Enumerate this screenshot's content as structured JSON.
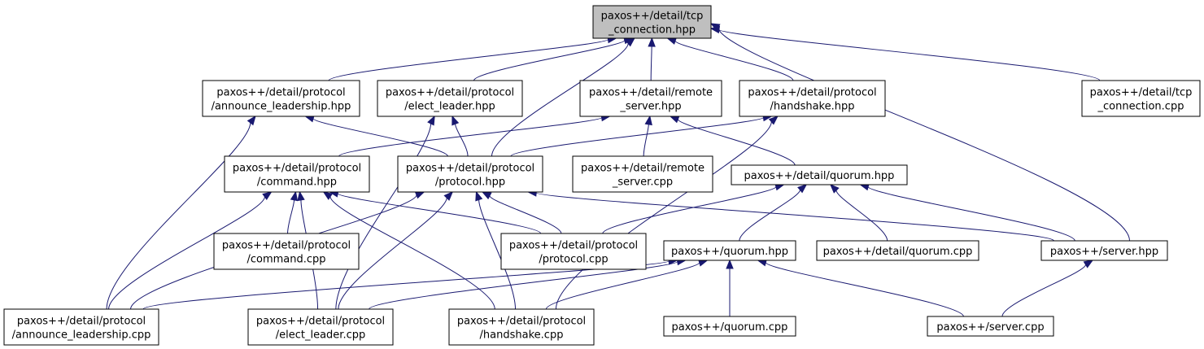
{
  "nodes": {
    "tcp_hpp": {
      "lines": [
        "paxos++/detail/tcp",
        "_connection.hpp"
      ],
      "root": true
    },
    "ann_hpp": {
      "lines": [
        "paxos++/detail/protocol",
        "/announce_leadership.hpp"
      ]
    },
    "elect_hpp": {
      "lines": [
        "paxos++/detail/protocol",
        "/elect_leader.hpp"
      ]
    },
    "remote_hpp": {
      "lines": [
        "paxos++/detail/remote",
        "_server.hpp"
      ]
    },
    "hand_hpp": {
      "lines": [
        "paxos++/detail/protocol",
        "/handshake.hpp"
      ]
    },
    "tcp_cpp": {
      "lines": [
        "paxos++/detail/tcp",
        "_connection.cpp"
      ]
    },
    "cmd_hpp": {
      "lines": [
        "paxos++/detail/protocol",
        "/command.hpp"
      ]
    },
    "proto_hpp": {
      "lines": [
        "paxos++/detail/protocol",
        "/protocol.hpp"
      ]
    },
    "remote_cpp": {
      "lines": [
        "paxos++/detail/remote",
        "_server.cpp"
      ]
    },
    "dq_hpp": {
      "lines": [
        "paxos++/detail/quorum.hpp"
      ]
    },
    "cmd_cpp": {
      "lines": [
        "paxos++/detail/protocol",
        "/command.cpp"
      ]
    },
    "proto_cpp": {
      "lines": [
        "paxos++/detail/protocol",
        "/protocol.cpp"
      ]
    },
    "q_hpp": {
      "lines": [
        "paxos++/quorum.hpp"
      ]
    },
    "dq_cpp": {
      "lines": [
        "paxos++/detail/quorum.cpp"
      ]
    },
    "srv_hpp": {
      "lines": [
        "paxos++/server.hpp"
      ]
    },
    "ann_cpp": {
      "lines": [
        "paxos++/detail/protocol",
        "/announce_leadership.cpp"
      ]
    },
    "elect_cpp": {
      "lines": [
        "paxos++/detail/protocol",
        "/elect_leader.cpp"
      ]
    },
    "hand_cpp": {
      "lines": [
        "paxos++/detail/protocol",
        "/handshake.cpp"
      ]
    },
    "q_cpp": {
      "lines": [
        "paxos++/quorum.cpp"
      ]
    },
    "srv_cpp": {
      "lines": [
        "paxos++/server.cpp"
      ]
    }
  },
  "edges": [
    [
      "ann_hpp",
      "tcp_hpp"
    ],
    [
      "elect_hpp",
      "tcp_hpp"
    ],
    [
      "remote_hpp",
      "tcp_hpp"
    ],
    [
      "hand_hpp",
      "tcp_hpp"
    ],
    [
      "tcp_cpp",
      "tcp_hpp"
    ],
    [
      "proto_hpp",
      "tcp_hpp"
    ],
    [
      "srv_hpp",
      "tcp_hpp"
    ],
    [
      "ann_cpp",
      "ann_hpp"
    ],
    [
      "proto_hpp",
      "ann_hpp"
    ],
    [
      "elect_cpp",
      "elect_hpp"
    ],
    [
      "proto_hpp",
      "elect_hpp"
    ],
    [
      "cmd_hpp",
      "remote_hpp"
    ],
    [
      "remote_cpp",
      "remote_hpp"
    ],
    [
      "dq_hpp",
      "remote_hpp"
    ],
    [
      "proto_hpp",
      "hand_hpp"
    ],
    [
      "hand_cpp",
      "hand_hpp"
    ],
    [
      "ann_cpp",
      "cmd_hpp"
    ],
    [
      "elect_cpp",
      "cmd_hpp"
    ],
    [
      "cmd_cpp",
      "cmd_hpp"
    ],
    [
      "proto_cpp",
      "cmd_hpp"
    ],
    [
      "hand_cpp",
      "cmd_hpp"
    ],
    [
      "ann_cpp",
      "proto_hpp"
    ],
    [
      "elect_cpp",
      "proto_hpp"
    ],
    [
      "proto_cpp",
      "proto_hpp"
    ],
    [
      "hand_cpp",
      "proto_hpp"
    ],
    [
      "srv_hpp",
      "proto_hpp"
    ],
    [
      "proto_cpp",
      "dq_hpp"
    ],
    [
      "q_hpp",
      "dq_hpp"
    ],
    [
      "dq_cpp",
      "dq_hpp"
    ],
    [
      "srv_hpp",
      "dq_hpp"
    ],
    [
      "ann_cpp",
      "q_hpp"
    ],
    [
      "elect_cpp",
      "q_hpp"
    ],
    [
      "hand_cpp",
      "q_hpp"
    ],
    [
      "q_cpp",
      "q_hpp"
    ],
    [
      "srv_cpp",
      "q_hpp"
    ],
    [
      "srv_cpp",
      "srv_hpp"
    ]
  ]
}
